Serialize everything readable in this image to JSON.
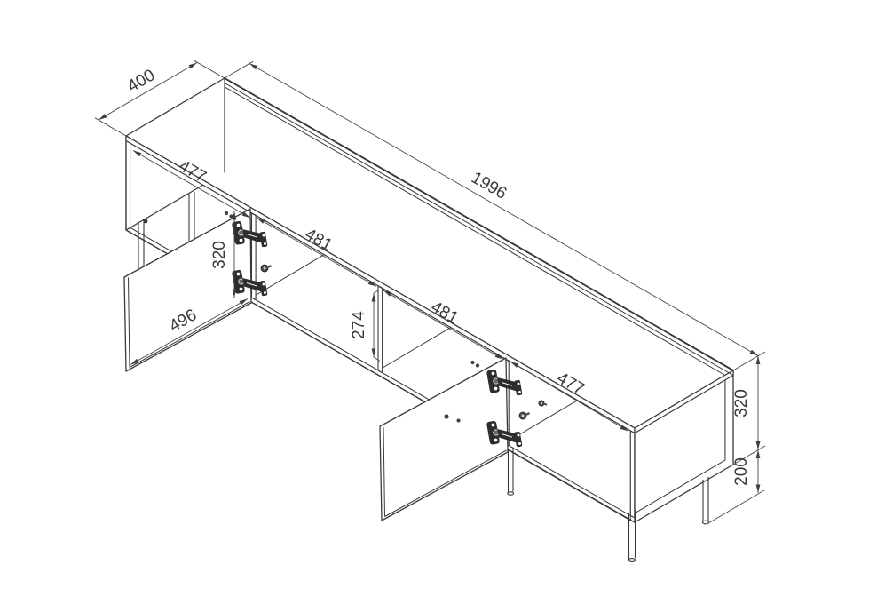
{
  "drawing": {
    "type": "isometric-furniture-dimension-drawing",
    "subject": "TV stand / sideboard with two open hinged doors, four compartments and metal legs",
    "units": "mm",
    "dimensions": {
      "top_depth": "400",
      "total_length": "1996",
      "left_compartment_width": "477",
      "left_door_height": "320",
      "left_door_width": "496",
      "middle_compartment_width": "481",
      "interior_height": "274",
      "second_middle_compartment_width": "481",
      "right_compartment_width": "477",
      "body_height": "320",
      "leg_height": "200"
    },
    "line_color": "#3a3a3a",
    "background": "#ffffff"
  }
}
